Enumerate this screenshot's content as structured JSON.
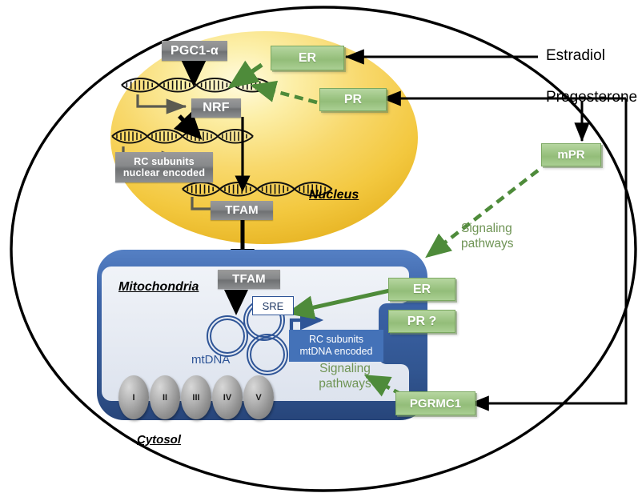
{
  "figure": {
    "type": "cell-signaling-diagram",
    "background": "#ffffff"
  },
  "colors": {
    "nucleus_fill": "#F5C842",
    "nucleus_highlight": "#FDF3C0",
    "mito_membrane": "#3B62A6",
    "mito_matrix": "#E4E9F2",
    "green_box": "#9CC483",
    "green_arrow": "#4E8B3A",
    "blue_box": "#4472B8",
    "gray_label": "#87898B",
    "green_text": "#6F9455",
    "black": "#000000"
  },
  "compartments": {
    "cytosol_label": "Cytosol",
    "nucleus_label": "Nucleus",
    "mitochondria_label": "Mitochondria"
  },
  "nucleus": {
    "labels": {
      "pgc1a": "PGC1-α",
      "nrf": "NRF",
      "rc_subunits": "RC subunits\nnuclear encoded",
      "tfam": "TFAM"
    },
    "receptors": [
      {
        "id": "er-nuclear",
        "label": "ER"
      },
      {
        "id": "pr-nuclear",
        "label": "PR"
      }
    ]
  },
  "mitochondria": {
    "labels": {
      "tfam": "TFAM",
      "sre": "SRE",
      "mtdna": "mtDNA",
      "rc_subunits": "RC subunits\nmtDNA  encoded",
      "signaling": "Signaling\npathways"
    },
    "receptors": [
      {
        "id": "er-mito",
        "label": "ER"
      },
      {
        "id": "pr-mito",
        "label": "PR ?"
      },
      {
        "id": "pgrmc1",
        "label": "PGRMC1"
      }
    ],
    "respiratory_complexes": [
      {
        "label": "I"
      },
      {
        "label": "II"
      },
      {
        "label": "III"
      },
      {
        "label": "IV"
      },
      {
        "label": "V"
      }
    ]
  },
  "membrane": {
    "receptors": [
      {
        "id": "mpr",
        "label": "mPR"
      }
    ]
  },
  "hormones": [
    {
      "id": "estradiol",
      "label": "Estradiol"
    },
    {
      "id": "progesterone",
      "label": "Progesterone"
    }
  ],
  "signaling_labels": {
    "membrane_signaling": "Signaling\npathways"
  }
}
